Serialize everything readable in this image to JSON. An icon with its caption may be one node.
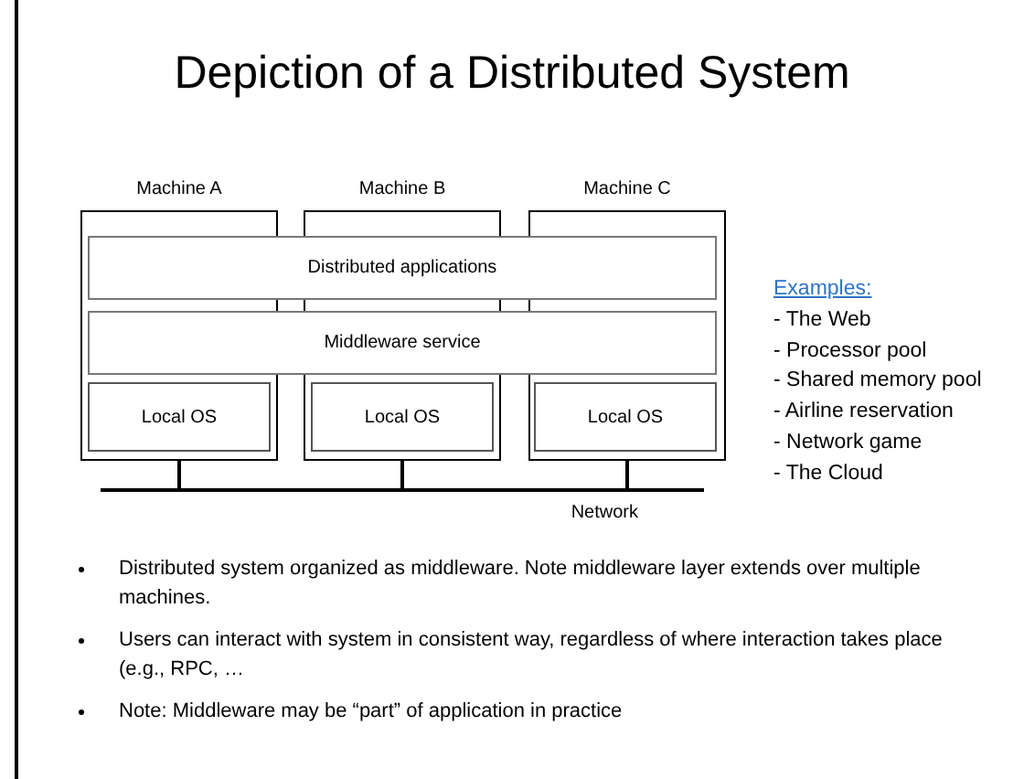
{
  "diagram": {
    "title": "Depiction of a Distributed System",
    "nodes": [
      {
        "text": [
          "Machine A"
        ]
      },
      {
        "text": [
          "Machine B"
        ]
      },
      {
        "text": [
          "Machine C"
        ]
      },
      {
        "text": [
          "Distributed applications"
        ]
      },
      {
        "text": [
          "Middleware service"
        ]
      },
      {
        "text": [
          "Local OS"
        ],
        "in": 0
      },
      {
        "text": [
          "Local OS"
        ],
        "in": 1
      },
      {
        "text": [
          "Local OS"
        ],
        "in": 2
      },
      {
        "text": [
          "Network"
        ]
      }
    ],
    "edges": [
      {
        "from": 0,
        "to": 8,
        "arrow": "none"
      },
      {
        "from": 1,
        "to": 8,
        "arrow": "none"
      },
      {
        "from": 2,
        "to": 8,
        "arrow": "none"
      }
    ],
    "labels": [
      "Examples:",
      "- The Web",
      "- Processor pool",
      "- Shared memory pool",
      "- Airline reservation",
      "- Network game",
      "- The Cloud",
      "Distributed system organized as middleware. Note middleware layer extends over multiple machines.",
      "Users can interact with system in consistent way, regardless of where interaction takes place (e.g., RPC, …",
      "Note: Middleware may be “part” of application in practice"
    ]
  }
}
